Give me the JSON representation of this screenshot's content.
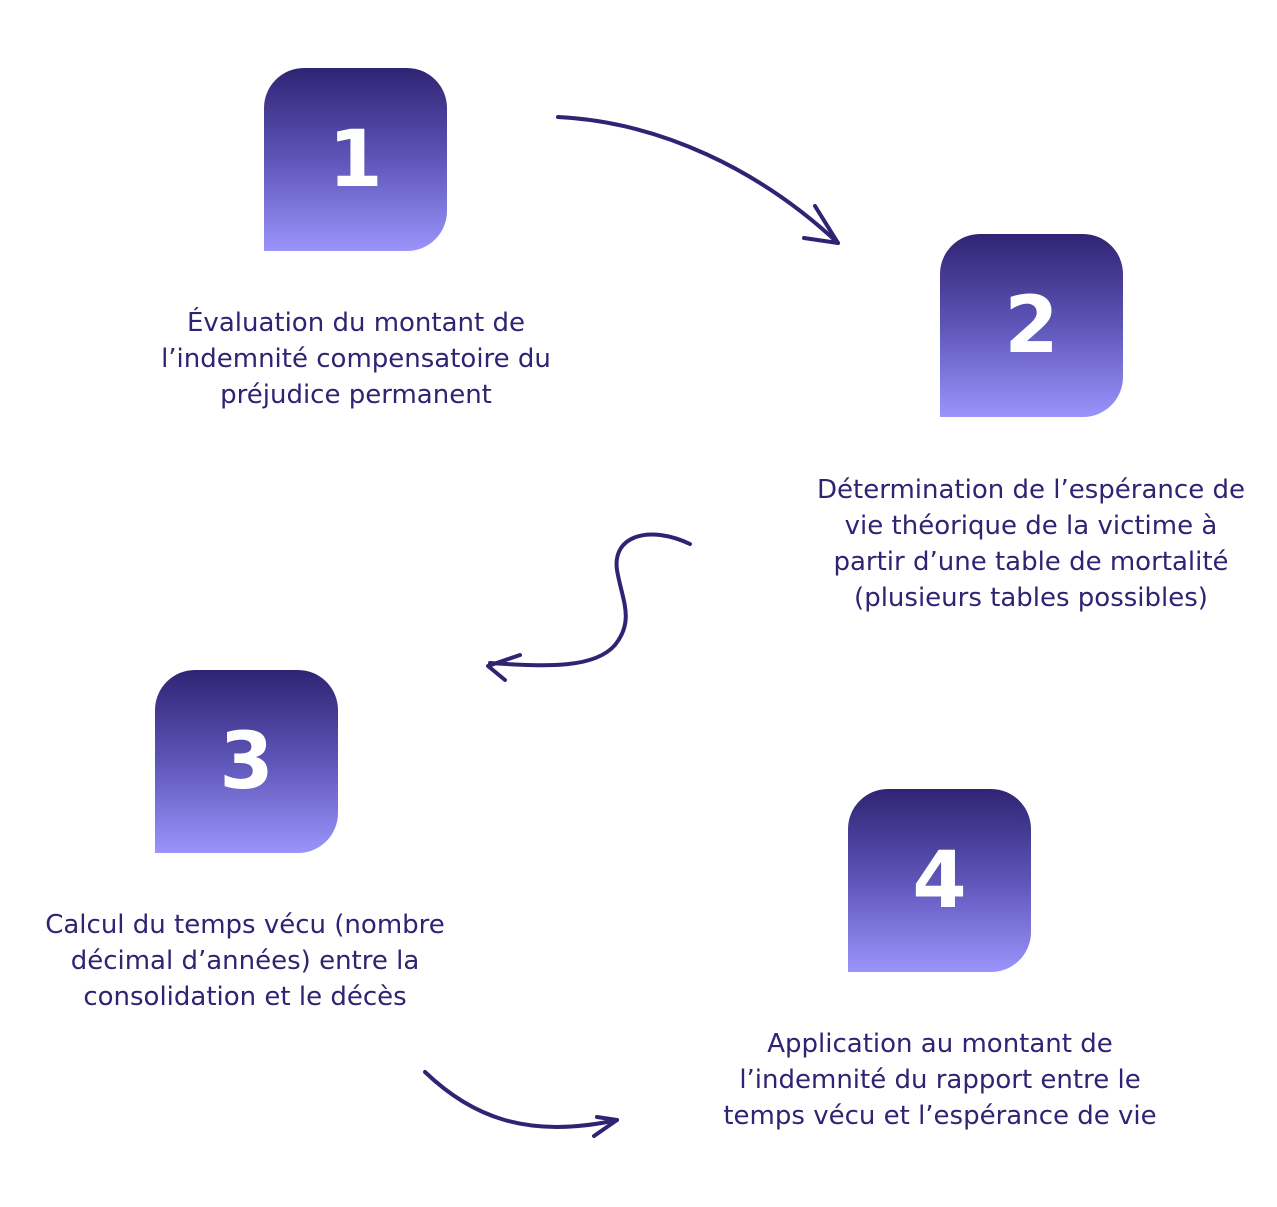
{
  "steps": [
    {
      "number": "1",
      "lines": [
        "Évaluation du montant de",
        "l’indemnité compensatoire du",
        "préjudice permanent"
      ]
    },
    {
      "number": "2",
      "lines": [
        "Détermination de l’espérance de",
        "vie théorique de la victime à",
        "partir d’une table de mortalité",
        "(plusieurs tables possibles)"
      ]
    },
    {
      "number": "3",
      "lines": [
        "Calcul du temps vécu (nombre",
        "décimal d’années) entre la",
        "consolidation et le décès"
      ]
    },
    {
      "number": "4",
      "lines": [
        "Application au montant de",
        "l’indemnité du rapport entre le",
        "temps vécu et l’espérance de vie"
      ]
    }
  ],
  "colors": {
    "text": "#2f2473",
    "box_top": "#2f2473",
    "box_bottom": "#9a94fb",
    "arrow": "#2f2473"
  }
}
